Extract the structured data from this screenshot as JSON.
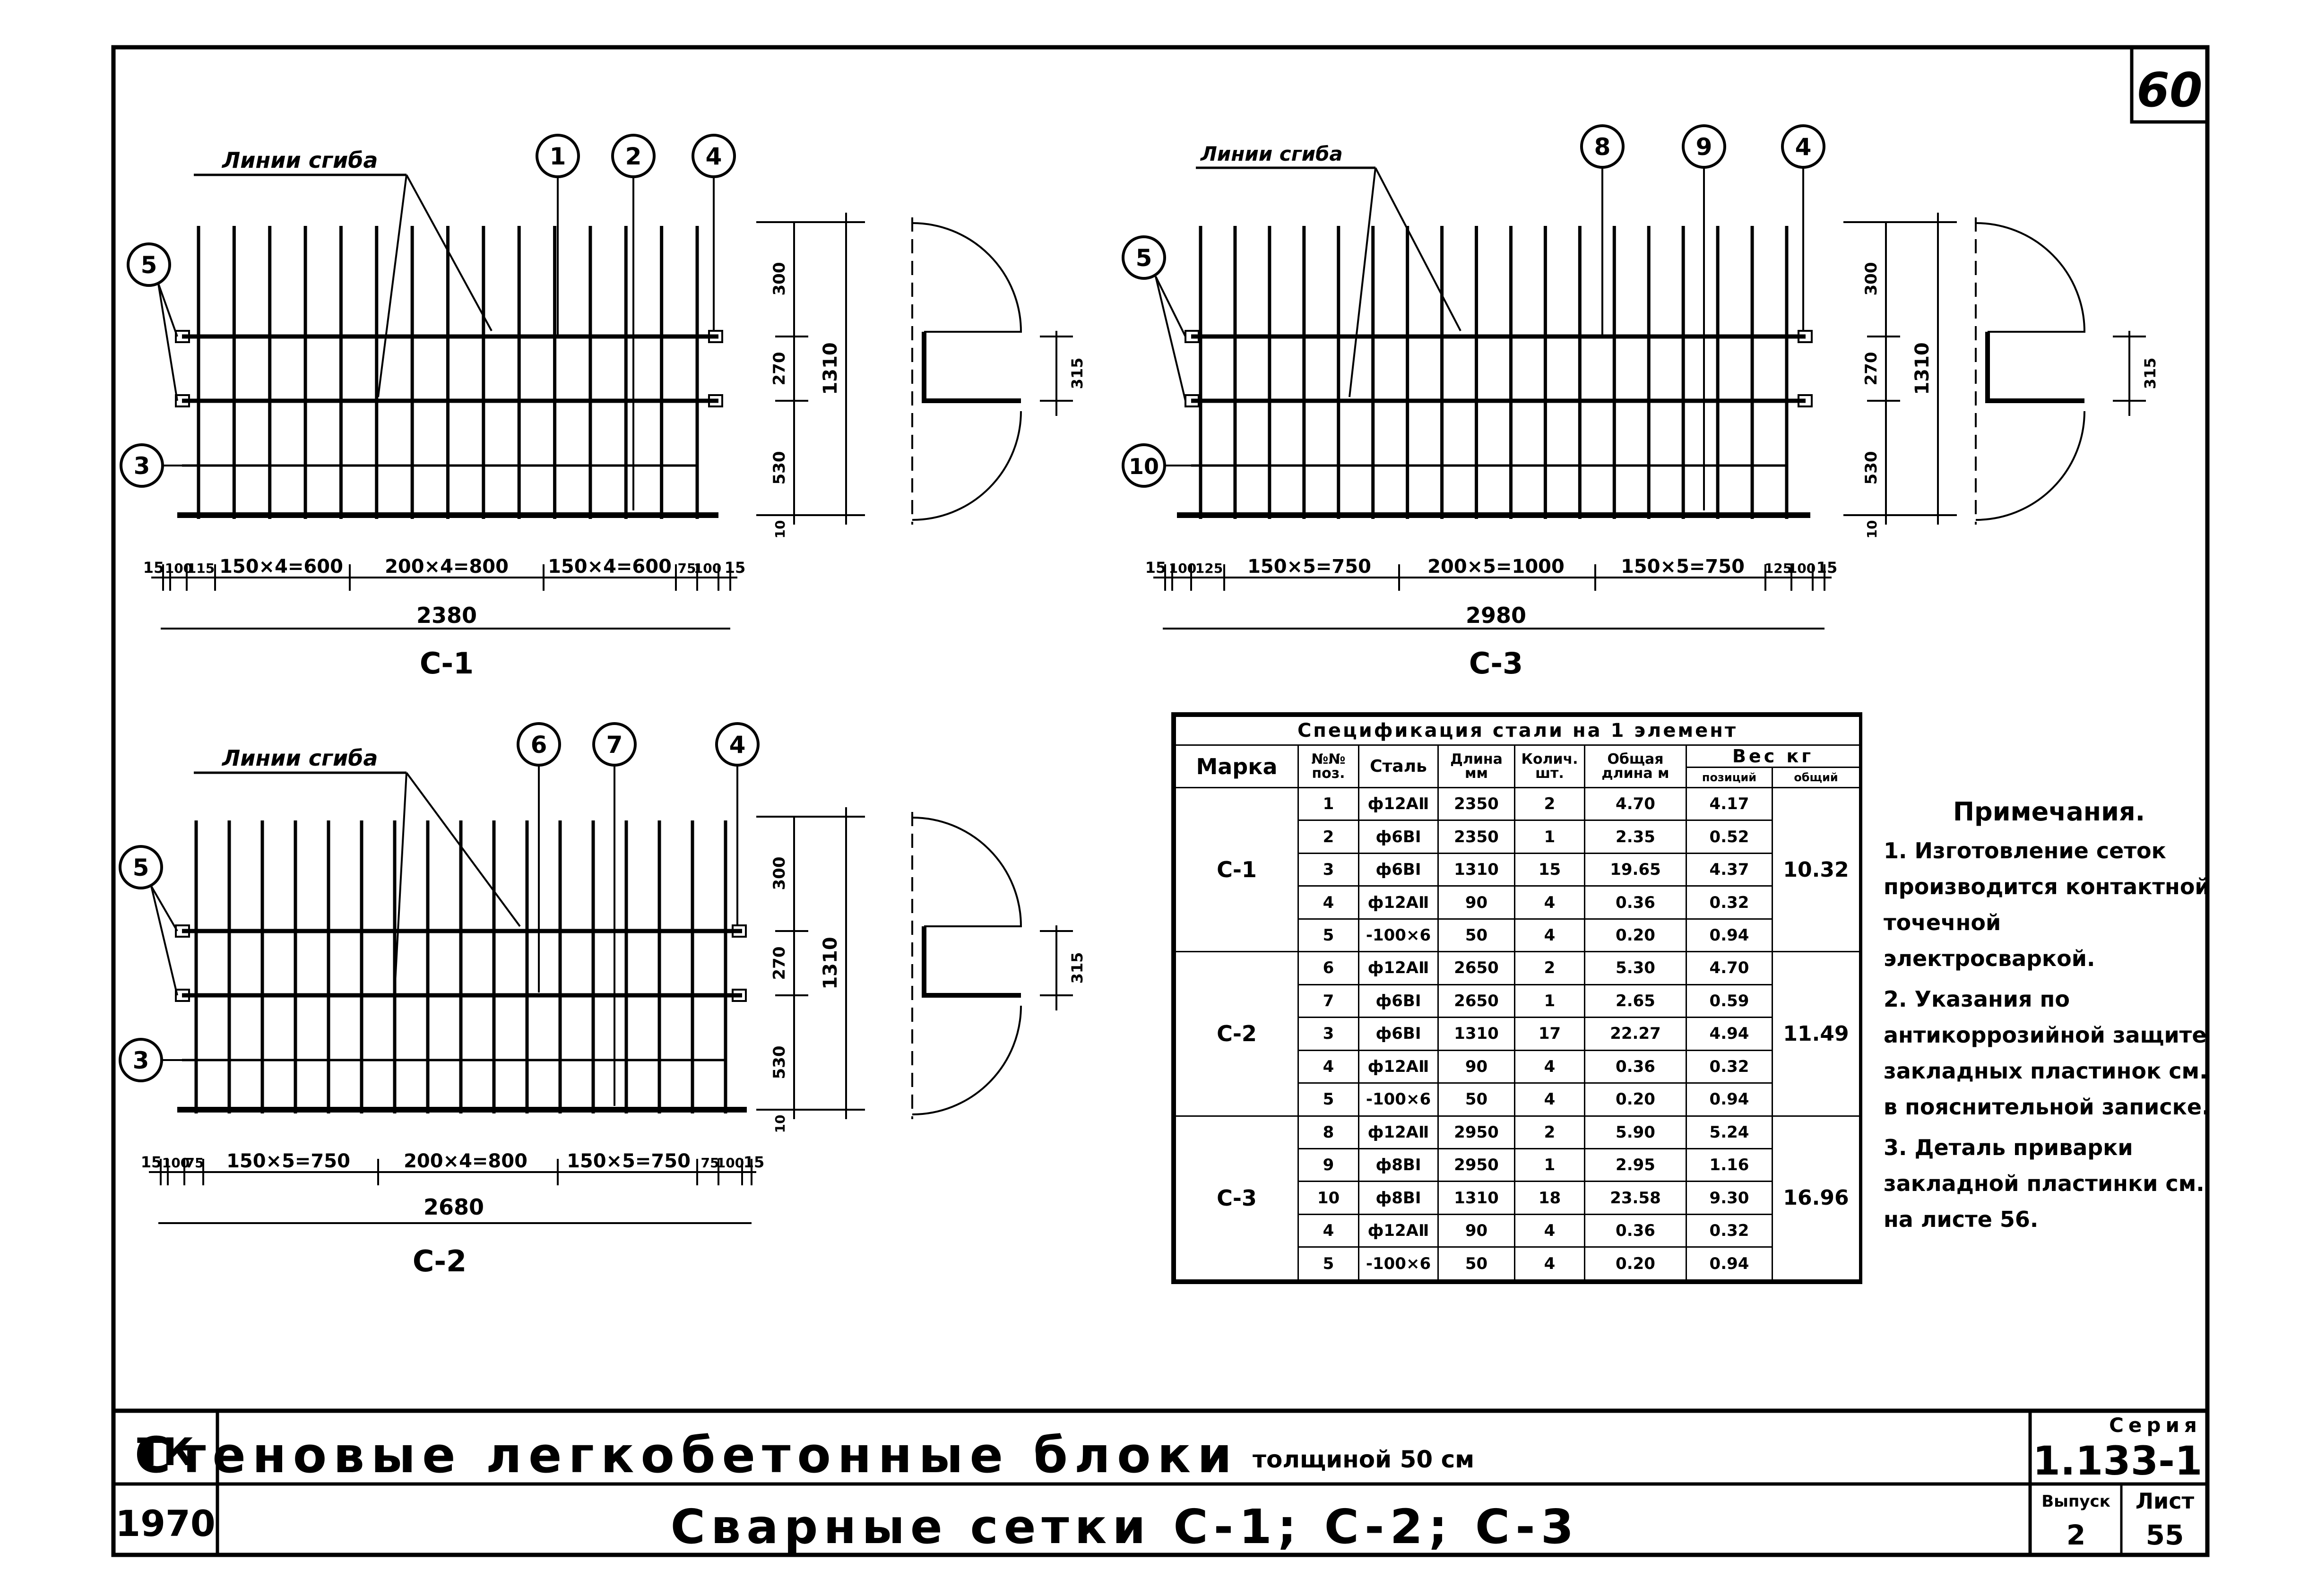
{
  "sheet": {
    "page_number": "60",
    "org": "ТК",
    "year": "1970",
    "title_main": "Стеновые легкобетонные блоки",
    "title_suffix": "толщиной 50 см",
    "title_sub": "Сварные сетки С-1; С-2; С-3",
    "series_label": "Серия",
    "series_value": "1.133-1",
    "issue_label": "Выпуск",
    "issue_value": "2",
    "sheet_label": "Лист",
    "sheet_value": "55"
  },
  "drawings": {
    "bend_label": "Линии сгиба",
    "c1": {
      "name": "С-1",
      "callouts": [
        "1",
        "2",
        "4",
        "5",
        "3"
      ],
      "dims_bottom": [
        "15",
        "100",
        "115",
        "150×4=600",
        "200×4=800",
        "150×4=600",
        "75",
        "100",
        "15"
      ],
      "total": "2380",
      "dims_right": [
        "300",
        "270",
        "530",
        "10"
      ],
      "height": "1310",
      "detail_dim": "315"
    },
    "c3": {
      "name": "С-3",
      "callouts": [
        "8",
        "9",
        "4",
        "5",
        "10"
      ],
      "dims_bottom": [
        "15",
        "100",
        "125",
        "150×5=750",
        "200×5=1000",
        "150×5=750",
        "125",
        "100",
        "15"
      ],
      "total": "2980",
      "dims_right": [
        "300",
        "270",
        "530",
        "10"
      ],
      "height": "1310",
      "detail_dim": "315"
    },
    "c2": {
      "name": "С-2",
      "callouts": [
        "6",
        "7",
        "4",
        "5",
        "3"
      ],
      "dims_bottom": [
        "15",
        "100",
        "75",
        "150×5=750",
        "200×4=800",
        "150×5=750",
        "75",
        "100",
        "15"
      ],
      "total": "2680",
      "dims_right": [
        "300",
        "270",
        "530",
        "10"
      ],
      "height": "1310",
      "detail_dim": "315"
    }
  },
  "spec": {
    "caption": "Спецификация стали на 1 элемент",
    "headers": {
      "mark": "Марка",
      "pos": "№№ поз.",
      "steel": "Сталь",
      "length": "Длина мм",
      "qty": "Колич. шт.",
      "total_len": "Общая длина м",
      "weight": "Вес кг",
      "w_pos": "позиций",
      "w_total": "общий"
    },
    "groups": [
      {
        "mark": "С-1",
        "total": "10.32",
        "rows": [
          [
            "1",
            "ф12АⅡ",
            "2350",
            "2",
            "4.70",
            "4.17"
          ],
          [
            "2",
            "ф6ВⅠ",
            "2350",
            "1",
            "2.35",
            "0.52"
          ],
          [
            "3",
            "ф6ВⅠ",
            "1310",
            "15",
            "19.65",
            "4.37"
          ],
          [
            "4",
            "ф12АⅡ",
            "90",
            "4",
            "0.36",
            "0.32"
          ],
          [
            "5",
            "-100×6",
            "50",
            "4",
            "0.20",
            "0.94"
          ]
        ]
      },
      {
        "mark": "С-2",
        "total": "11.49",
        "rows": [
          [
            "6",
            "ф12АⅡ",
            "2650",
            "2",
            "5.30",
            "4.70"
          ],
          [
            "7",
            "ф6ВⅠ",
            "2650",
            "1",
            "2.65",
            "0.59"
          ],
          [
            "3",
            "ф6ВⅠ",
            "1310",
            "17",
            "22.27",
            "4.94"
          ],
          [
            "4",
            "ф12АⅡ",
            "90",
            "4",
            "0.36",
            "0.32"
          ],
          [
            "5",
            "-100×6",
            "50",
            "4",
            "0.20",
            "0.94"
          ]
        ]
      },
      {
        "mark": "С-3",
        "total": "16.96",
        "rows": [
          [
            "8",
            "ф12АⅡ",
            "2950",
            "2",
            "5.90",
            "5.24"
          ],
          [
            "9",
            "ф8ВⅠ",
            "2950",
            "1",
            "2.95",
            "1.16"
          ],
          [
            "10",
            "ф8ВⅠ",
            "1310",
            "18",
            "23.58",
            "9.30"
          ],
          [
            "4",
            "ф12АⅡ",
            "90",
            "4",
            "0.36",
            "0.32"
          ],
          [
            "5",
            "-100×6",
            "50",
            "4",
            "0.20",
            "0.94"
          ]
        ]
      }
    ]
  },
  "notes": {
    "title": "Примечания.",
    "items": [
      "1. Изготовление сеток производится контактной точечной электросваркой.",
      "2. Указания по антикоррозийной защите закладных пластинок см. в пояснительной записке.",
      "3. Деталь приварки закладной пластинки см. на листе 56."
    ]
  }
}
